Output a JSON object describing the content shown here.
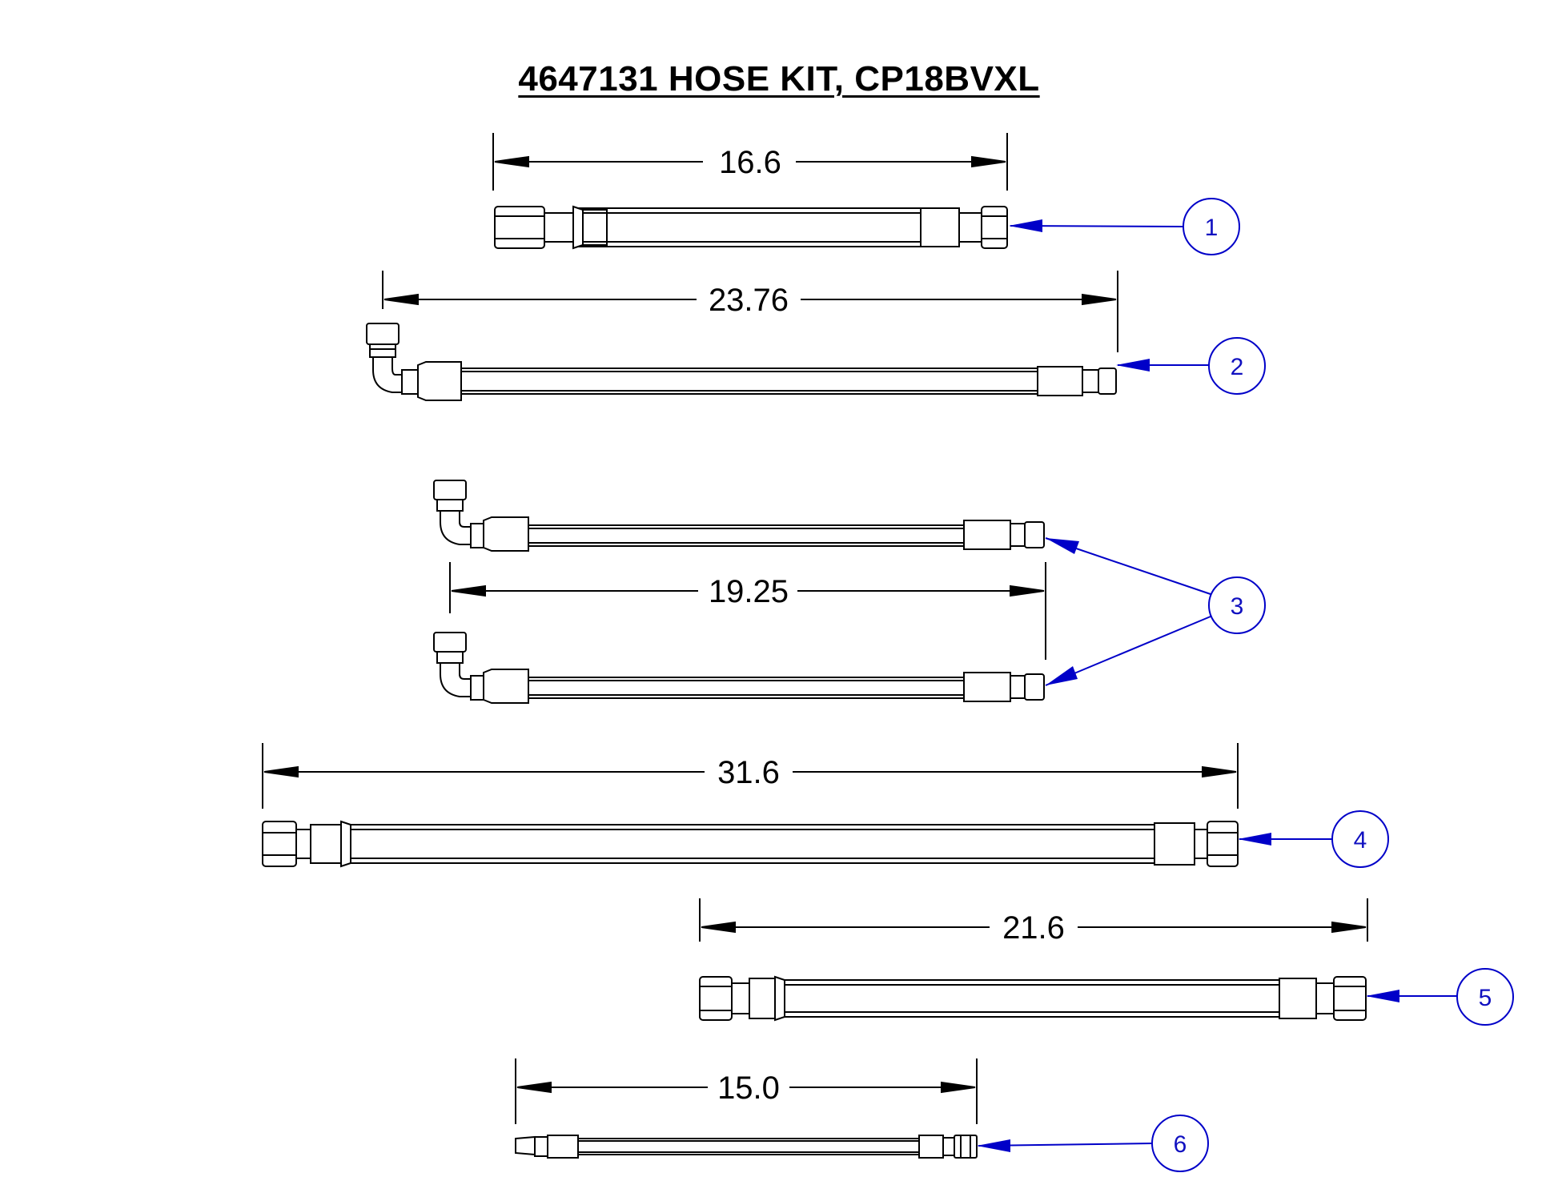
{
  "title": "4647131  HOSE KIT, CP18BVXL",
  "colors": {
    "line": "#000000",
    "leader": "#0000c8",
    "balloon_text": "#1010c0"
  },
  "dimensions": [
    {
      "label": "16.6"
    },
    {
      "label": "23.76"
    },
    {
      "label": "19.25"
    },
    {
      "label": "31.6"
    },
    {
      "label": "21.6"
    },
    {
      "label": "15.0"
    }
  ],
  "balloons": [
    {
      "label": "1"
    },
    {
      "label": "2"
    },
    {
      "label": "3"
    },
    {
      "label": "4"
    },
    {
      "label": "5"
    },
    {
      "label": "6"
    }
  ]
}
